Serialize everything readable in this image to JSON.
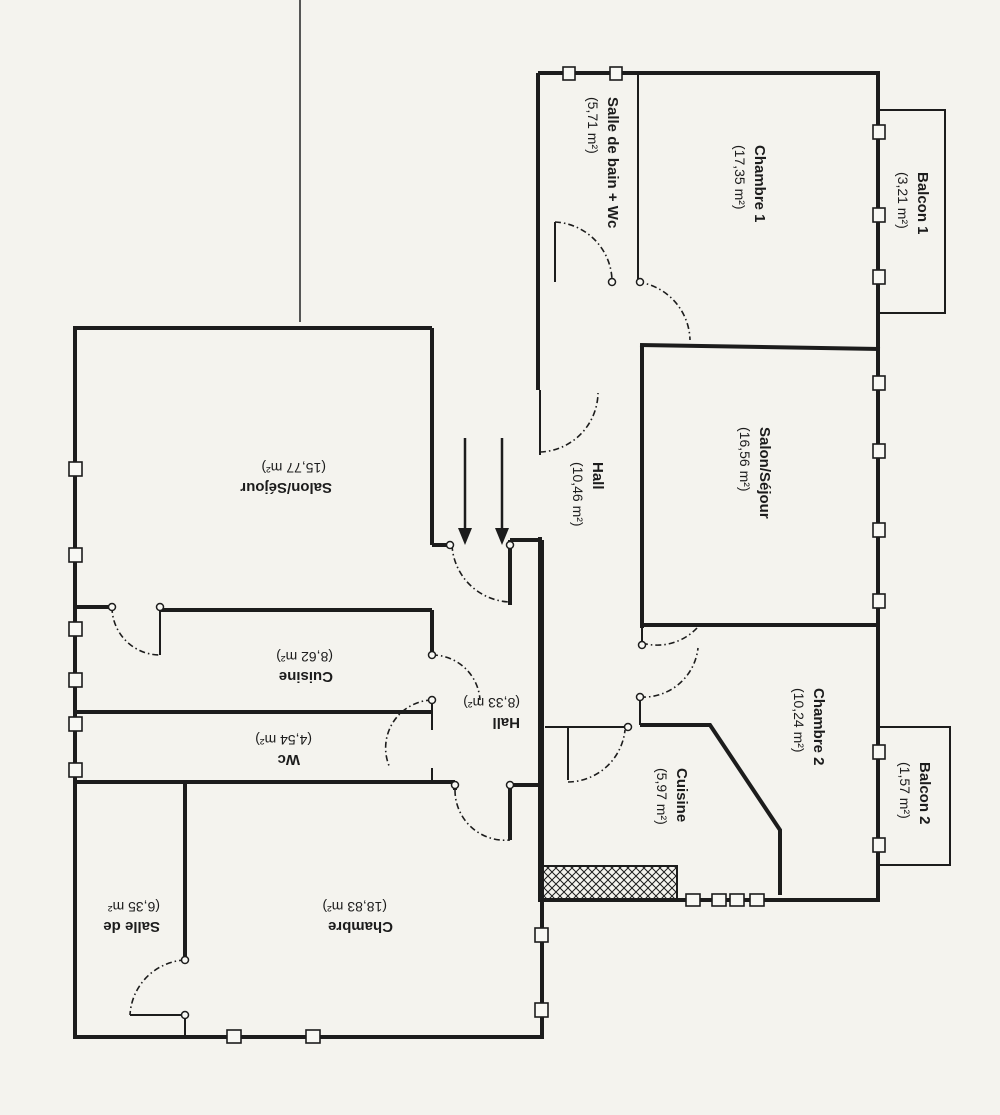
{
  "plan": {
    "rooms_right": [
      {
        "id": "sdb1",
        "name": "Salle de bain + Wc",
        "area": "(5,71 m²)"
      },
      {
        "id": "ch1",
        "name": "Chambre 1",
        "area": "(17,35 m²)"
      },
      {
        "id": "bal1",
        "name": "Balcon 1",
        "area": "(3,21 m²)"
      },
      {
        "id": "hall1",
        "name": "Hall",
        "area": "(10,46 m²)"
      },
      {
        "id": "salon1",
        "name": "Salon/Séjour",
        "area": "(16,56 m²)"
      },
      {
        "id": "ch2",
        "name": "Chambre 2",
        "area": "(10,24 m²)"
      },
      {
        "id": "bal2",
        "name": "Balcon 2",
        "area": "(1,57 m²)"
      },
      {
        "id": "cuis1",
        "name": "Cuisine",
        "area": "(5,97 m²)"
      }
    ],
    "rooms_left": [
      {
        "id": "salon2",
        "name": "Salon/Séjour",
        "area": "(15,77 m²)"
      },
      {
        "id": "cuis2",
        "name": "Cuisine",
        "area": "(8,62 m²)"
      },
      {
        "id": "wc2",
        "name": "Wc",
        "area": "(4,54 m²)"
      },
      {
        "id": "hall2",
        "name": "Hall",
        "area": "(8,33 m²)"
      },
      {
        "id": "ch3",
        "name": "Chambre",
        "area": "(18,83 m²)"
      },
      {
        "id": "sdb2",
        "name": "Salle de",
        "area": "(6,35 m²"
      }
    ]
  }
}
